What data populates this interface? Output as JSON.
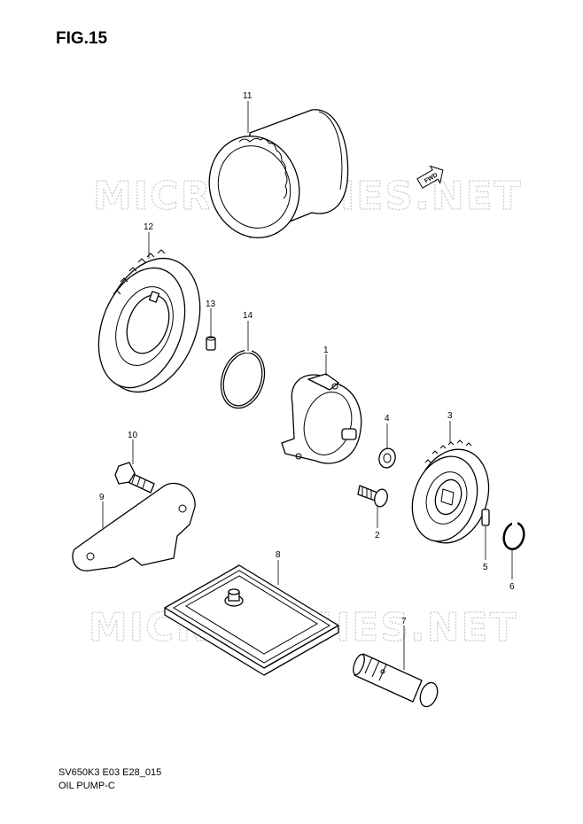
{
  "figure": {
    "title": "FIG.15"
  },
  "watermark": {
    "text": "MICROFICHES.NET",
    "color": "#c9c9c9"
  },
  "fwd_label": "FWD",
  "parts": [
    {
      "no": "1"
    },
    {
      "no": "2"
    },
    {
      "no": "3"
    },
    {
      "no": "4"
    },
    {
      "no": "5"
    },
    {
      "no": "6"
    },
    {
      "no": "7"
    },
    {
      "no": "8"
    },
    {
      "no": "9"
    },
    {
      "no": "10"
    },
    {
      "no": "11"
    },
    {
      "no": "12"
    },
    {
      "no": "13"
    },
    {
      "no": "14"
    }
  ],
  "footer": {
    "code": "SV650K3 E03 E28_015",
    "name": "OIL PUMP-C"
  }
}
